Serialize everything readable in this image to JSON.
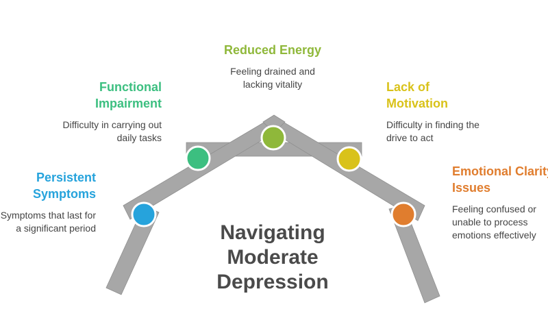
{
  "title": {
    "line1": "Navigating",
    "line2": "Moderate",
    "line3": "Depression"
  },
  "items": [
    {
      "title_line1": "Persistent",
      "title_line2": "Symptoms",
      "desc_line1": "Symptoms that last for",
      "desc_line2": "a significant period",
      "color": "#26a3dc"
    },
    {
      "title_line1": "Functional",
      "title_line2": "Impairment",
      "desc_line1": "Difficulty in carrying out",
      "desc_line2": "daily tasks",
      "color": "#3cbf80"
    },
    {
      "title_line1": "Reduced Energy",
      "title_line2": "",
      "desc_line1": "Feeling drained and",
      "desc_line2": "lacking vitality",
      "color": "#8fb83a"
    },
    {
      "title_line1": "Lack of",
      "title_line2": "Motivation",
      "desc_line1": "Difficulty in finding the",
      "desc_line2": "drive to act",
      "color": "#d9c21a"
    },
    {
      "title_line1": "Emotional Clarity",
      "title_line2": "Issues",
      "desc_line1": "Feeling confused or",
      "desc_line2": "unable to process",
      "desc_line3": "emotions effectively",
      "color": "#e07d2e"
    }
  ],
  "colors": {
    "beam": "#a7a7a7",
    "beam_edge": "#8f8f8f",
    "title": "#4a4a4a"
  }
}
